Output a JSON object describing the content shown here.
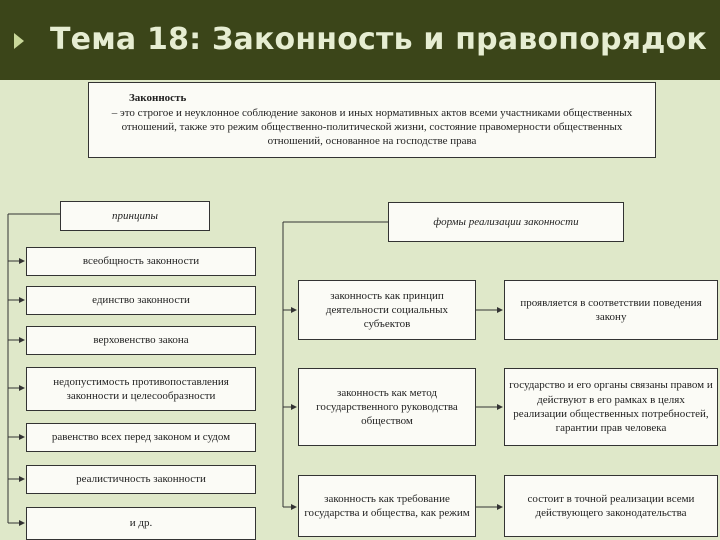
{
  "header": {
    "title": "Тема 18: Законность и правопорядок"
  },
  "definition": {
    "heading": "Законность",
    "text": "– это строгое и неуклонное соблюдение законов и иных нормативных актов всеми участниками общественных отношений, также это режим общественно-политической жизни, состояние правомерности общественных отношений, основанное на господстве права"
  },
  "principles": {
    "heading": "принципы",
    "items": [
      "всеобщность законности",
      "единство законности",
      "верховенство закона",
      "недопустимость противопоставления законности и целесообразности",
      "равенство всех перед законом и судом",
      "реалистичность законности",
      "и др."
    ]
  },
  "forms": {
    "heading": "формы реализации законности",
    "items": [
      {
        "form": "законность как принцип деятельности социальных субъектов",
        "meaning": "проявляется в соответствии поведения закону"
      },
      {
        "form": "законность как метод государственного руководства обществом",
        "meaning": "государство и его органы связаны правом и действуют в его рамках в целях реализации общественных потребностей, гарантии прав человека"
      },
      {
        "form": "законность как требование государства и общества, как режим",
        "meaning": "состоит в точной реализации всеми действующего законодательства"
      }
    ]
  }
}
